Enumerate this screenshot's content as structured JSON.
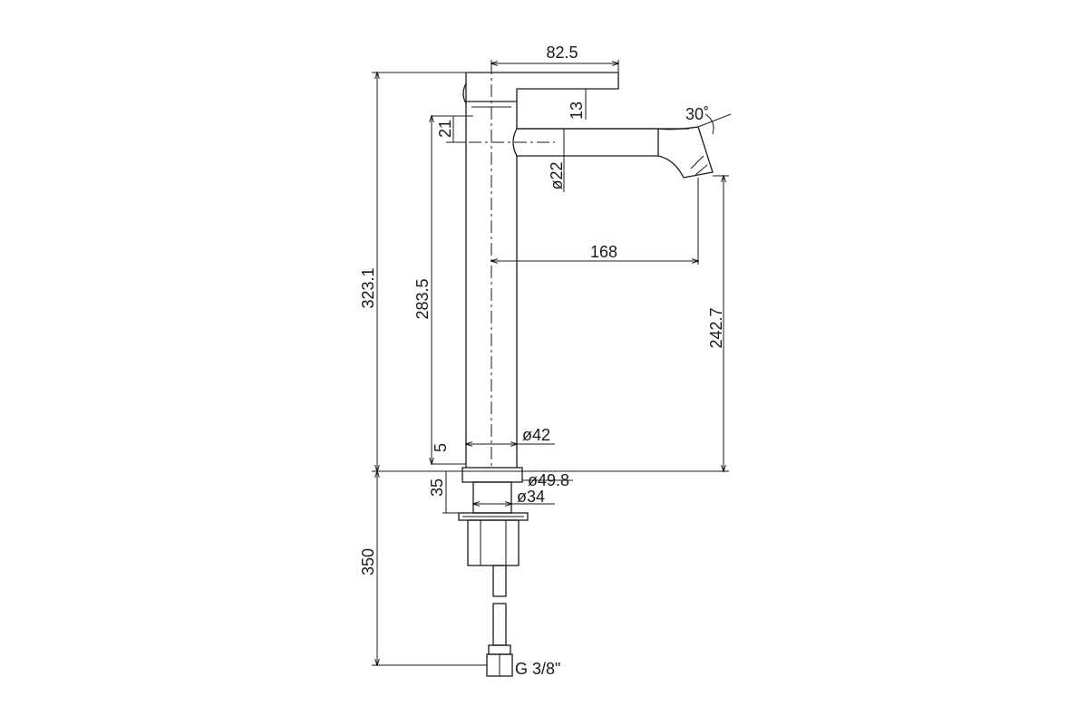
{
  "drawing": {
    "subject": "tall basin mixer tap – side elevation with dimensions",
    "line_color": "#1a1a1a",
    "background": "#ffffff",
    "dimensions": {
      "lever_length": "82.5",
      "lever_height": "13",
      "spout_angle": "30˚",
      "spout_offset_top": "21",
      "spout_diameter": "ø22",
      "spout_reach": "168",
      "total_height": "323.1",
      "spout_height": "283.5",
      "outlet_height": "242.7",
      "body_diameter": "ø42",
      "base_ring": "5",
      "base_diameter": "ø49.8",
      "shank_length": "35",
      "shank_diameter": "ø34",
      "hose_length": "350",
      "connection": "G 3/8\""
    }
  }
}
